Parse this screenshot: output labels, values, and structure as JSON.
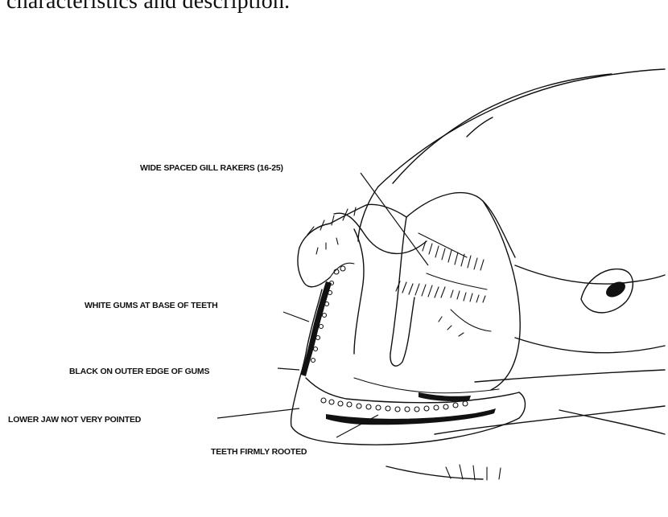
{
  "caption": "characteristics and description.",
  "labels": {
    "gill_rakers": "WIDE SPACED GILL RAKERS (16-25)",
    "white_gums": "WHITE GUMS AT BASE OF TEETH",
    "black_gums": "BLACK ON OUTER EDGE OF GUMS",
    "lower_jaw": "LOWER JAW NOT VERY POINTED",
    "teeth": "TEETH FIRMLY ROOTED"
  }
}
